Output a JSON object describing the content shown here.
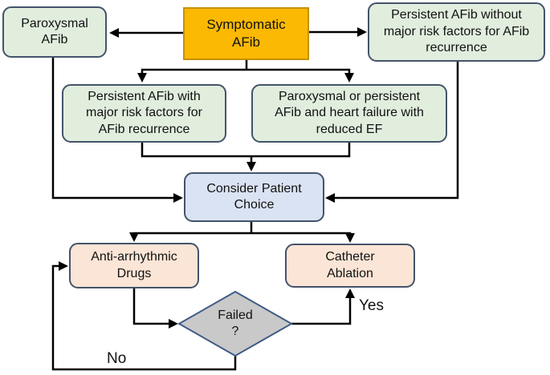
{
  "nodes": {
    "symptomatic": {
      "label": "Symptomatic AFib",
      "fill": "#FBB903",
      "border": "#C49203"
    },
    "paroxysmal": {
      "label": "Paroxysmal AFib",
      "fill": "#E1EEDE",
      "border": "#44546A"
    },
    "persistent_without": {
      "label": "Persistent AFib without major risk factors for AFib recurrence",
      "fill": "#E1EEDE",
      "border": "#44546A"
    },
    "persistent_with": {
      "label": "Persistent AFib with major risk factors for AFib recurrence",
      "fill": "#E1EEDE",
      "border": "#44546A"
    },
    "parox_persistent_hf": {
      "label": "Paroxysmal or persistent AFib and heart failure with reduced EF",
      "fill": "#E1EEDE",
      "border": "#44546A"
    },
    "consider_choice": {
      "label": "Consider Patient Choice",
      "fill": "#DAE3F3",
      "border": "#44546A"
    },
    "antiarrhythmic": {
      "label": "Anti-arrhythmic Drugs",
      "fill": "#FBE5D6",
      "border": "#44546A"
    },
    "catheter_ablation": {
      "label": "Catheter Ablation",
      "fill": "#FBE5D6",
      "border": "#44546A"
    },
    "failed": {
      "label": "Failed ?",
      "fill": "#C9C9C9",
      "border": "#3E5C85"
    }
  },
  "edge_labels": {
    "yes": "Yes",
    "no": "No"
  },
  "colors": {
    "connector": "#000000",
    "background": "#FFFFFF",
    "text": "#111111"
  },
  "edges": [
    {
      "from": "symptomatic",
      "to": "paroxysmal"
    },
    {
      "from": "symptomatic",
      "to": "persistent_without"
    },
    {
      "from": "symptomatic",
      "to": "persistent_with"
    },
    {
      "from": "symptomatic",
      "to": "parox_persistent_hf"
    },
    {
      "from": "paroxysmal",
      "to": "consider_choice"
    },
    {
      "from": "persistent_without",
      "to": "consider_choice"
    },
    {
      "from": "persistent_with",
      "to": "consider_choice"
    },
    {
      "from": "parox_persistent_hf",
      "to": "consider_choice"
    },
    {
      "from": "consider_choice",
      "to": "antiarrhythmic"
    },
    {
      "from": "consider_choice",
      "to": "catheter_ablation"
    },
    {
      "from": "antiarrhythmic",
      "to": "failed"
    },
    {
      "from": "failed",
      "to": "catheter_ablation",
      "label": "Yes"
    },
    {
      "from": "failed",
      "to": "antiarrhythmic",
      "label": "No"
    }
  ]
}
